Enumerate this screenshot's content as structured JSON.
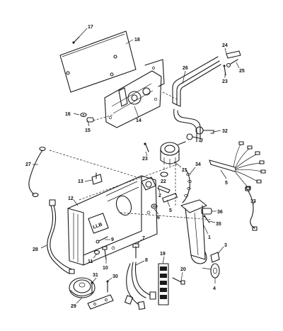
{
  "labels": {
    "l1": "1",
    "l2": "2",
    "l3": "3",
    "l4": "4",
    "l5a": "5",
    "l5b": "5",
    "l6": "6",
    "l7": "7",
    "l8": "8",
    "l9": "9",
    "l10": "10",
    "l11": "11",
    "l12": "12",
    "l13": "13",
    "l14": "14",
    "l15": "15",
    "l16": "16",
    "l17": "17",
    "l18": "18",
    "l19": "19",
    "l20": "20",
    "l21": "21",
    "l22": "22",
    "l23a": "23",
    "l23b": "23",
    "l24": "24",
    "l25": "25",
    "l26": "26",
    "l27": "27",
    "l28": "28",
    "l29": "29",
    "l30": "30",
    "l31": "31",
    "l32": "32",
    "l33": "33",
    "l34": "34",
    "l35": "35",
    "l36": "36"
  },
  "housing_logo": "LLB"
}
